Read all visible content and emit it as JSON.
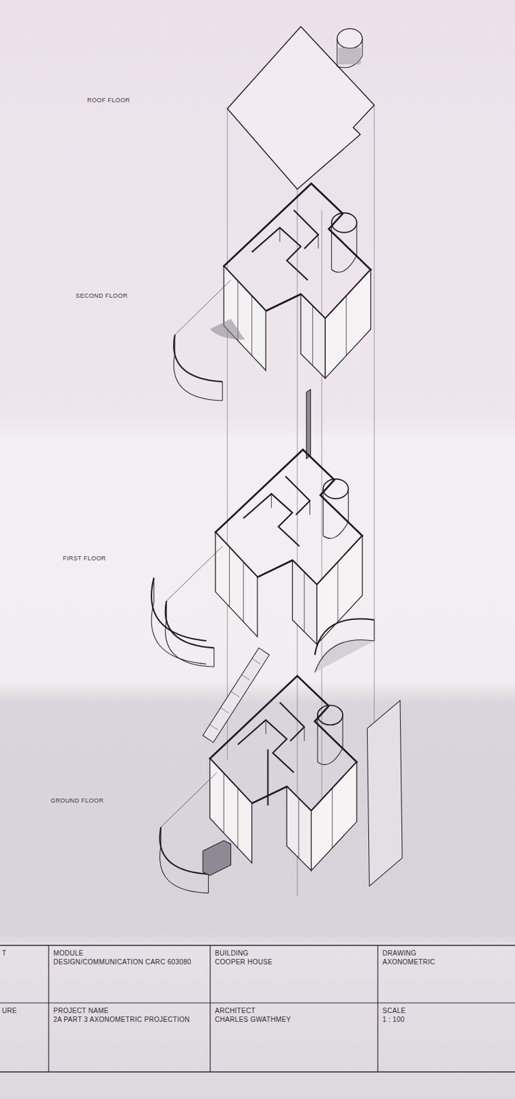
{
  "diagram": {
    "nodes": [
      {
        "text": [
          "T"
        ]
      },
      {
        "text": [
          "MODULE",
          "DESIGN/COMMUNICATION CARC 603080"
        ]
      },
      {
        "text": [
          "BUILDING",
          "COOPER HOUSE"
        ]
      },
      {
        "text": [
          "DRAWING",
          "AXONOMETRIC"
        ]
      },
      {
        "text": [
          "URE"
        ]
      },
      {
        "text": [
          "PROJECT NAME",
          "2A PART 3 AXONOMETRIC PROJECTION"
        ]
      },
      {
        "text": [
          "ARCHITECT",
          "CHARLES GWATHMEY"
        ]
      },
      {
        "text": [
          "SCALE",
          "1 : 100"
        ]
      }
    ],
    "edges": [],
    "labels": [
      "ROOF FLOOR",
      "SECOND FLOOR",
      "FIRST FLOOR",
      "GROUND FLOOR"
    ]
  }
}
